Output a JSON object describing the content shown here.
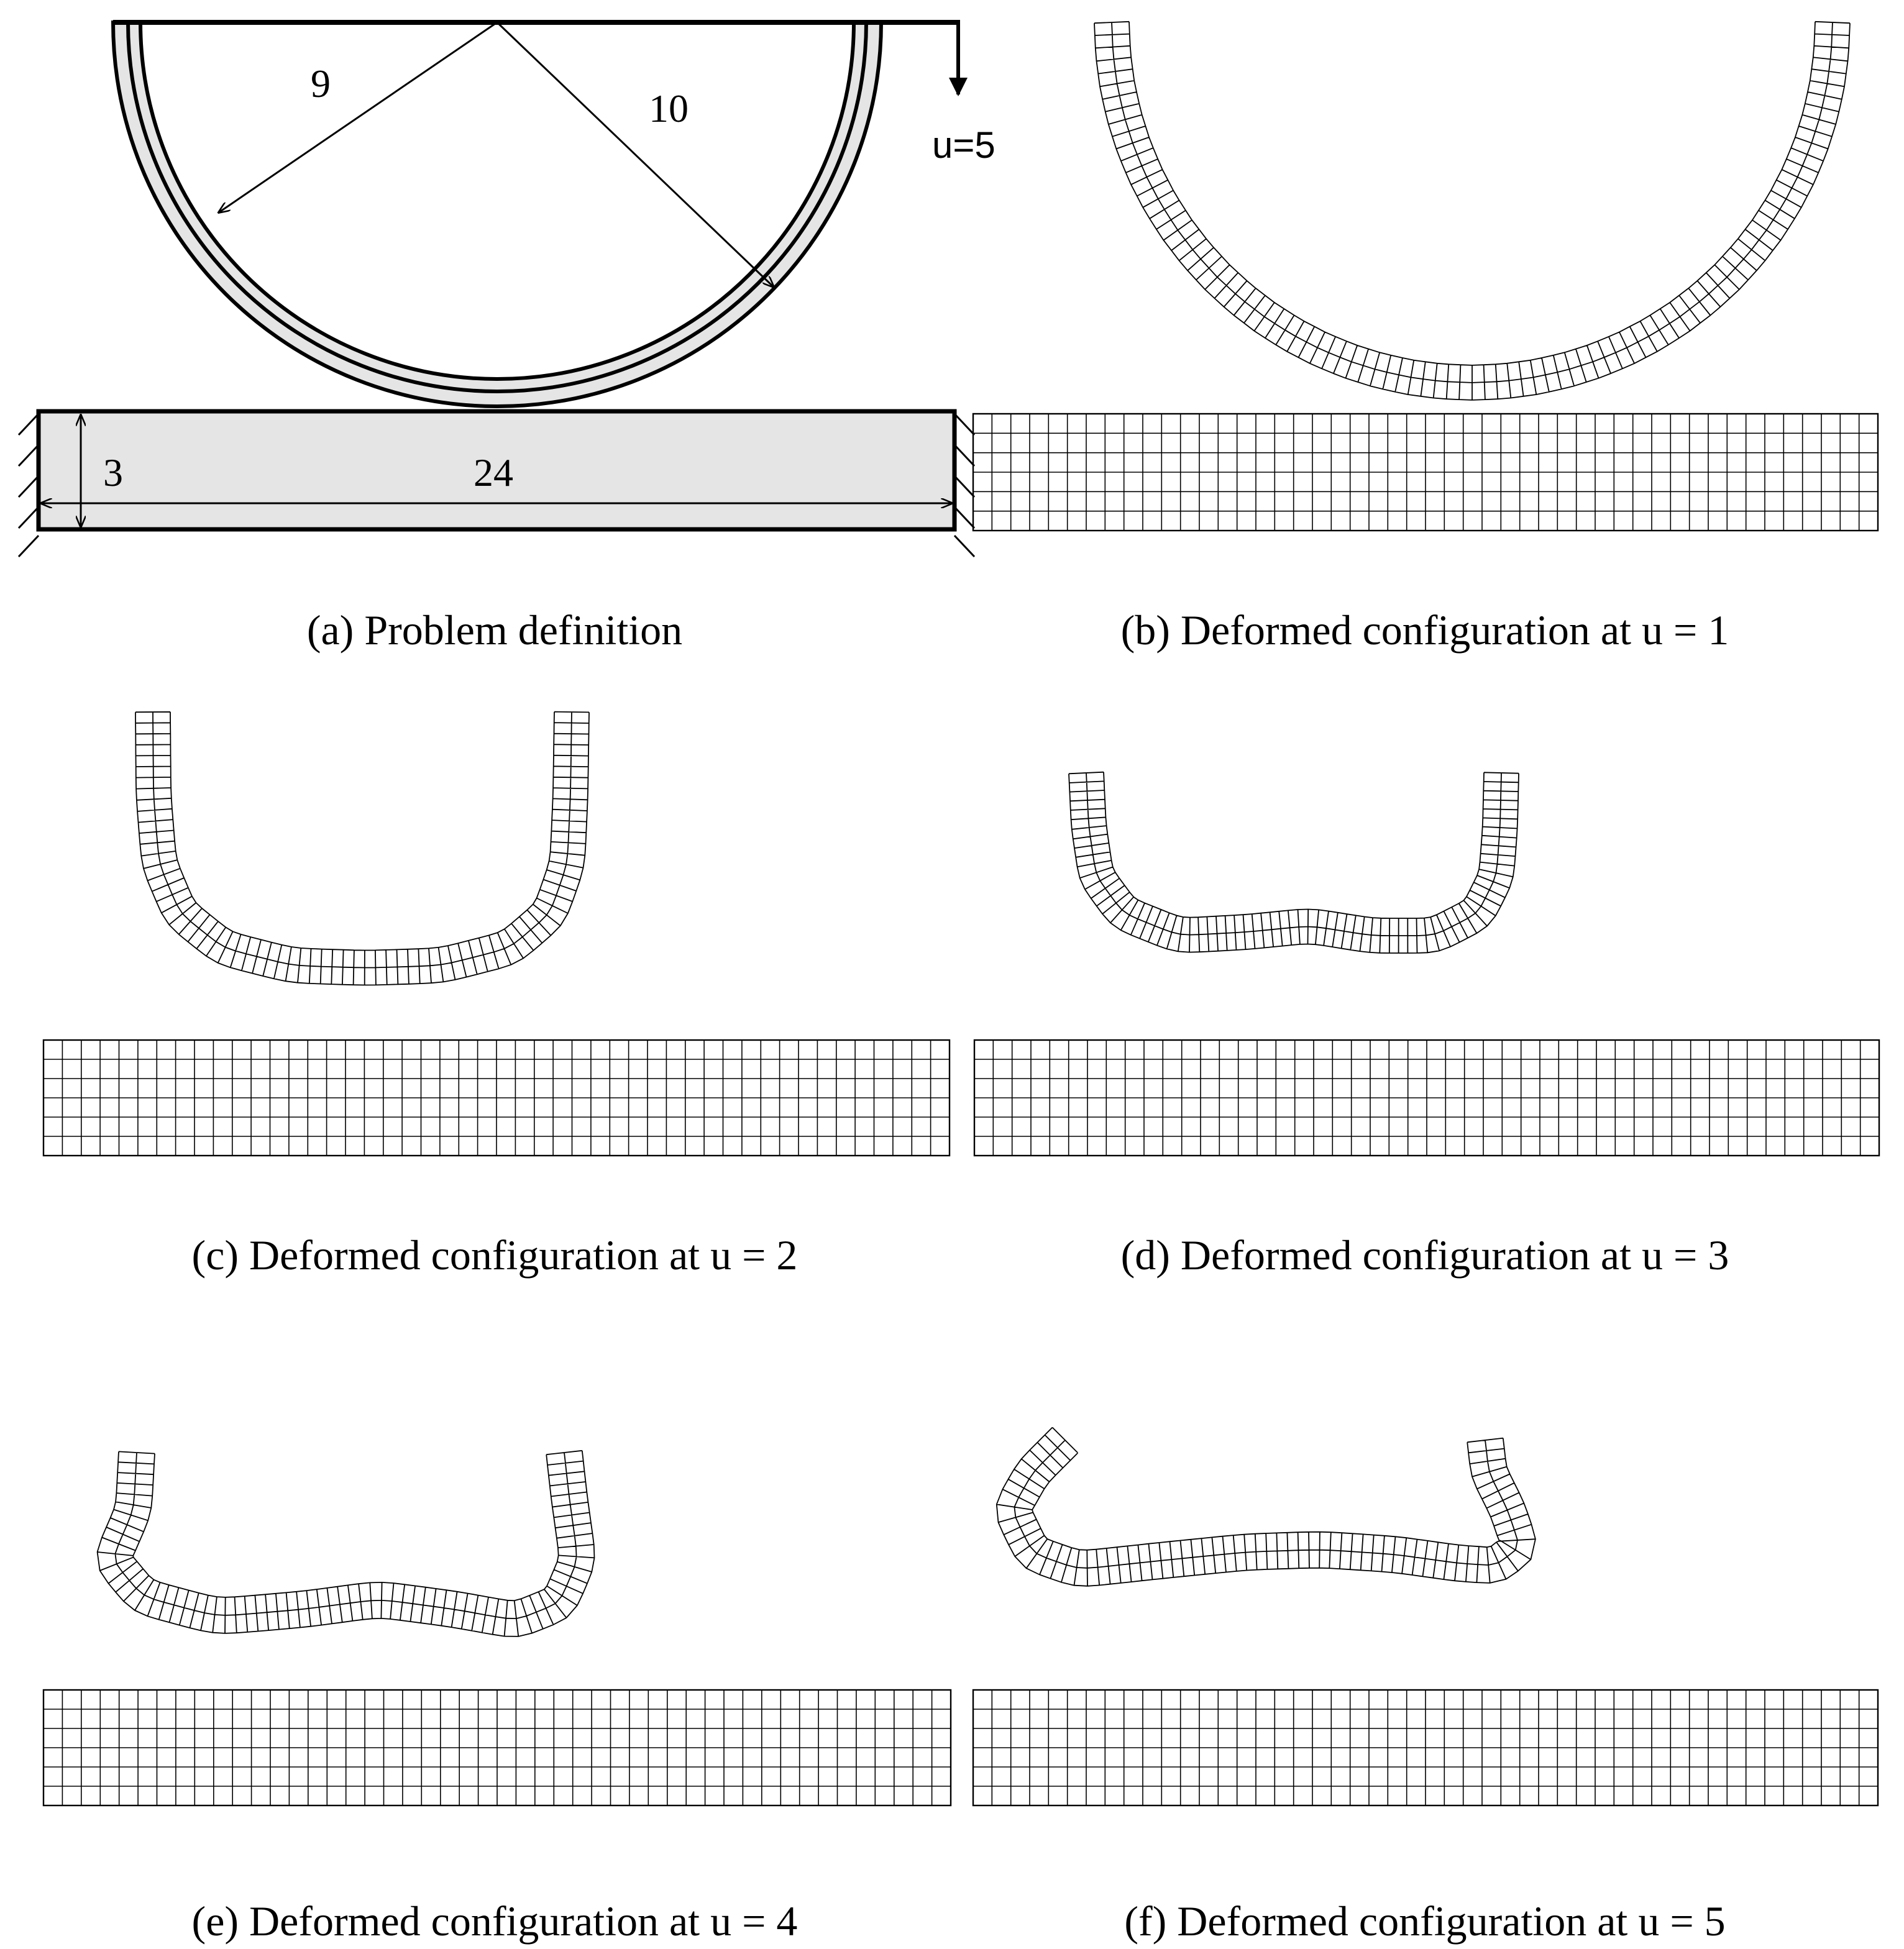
{
  "colors": {
    "ink": "#000000",
    "fill": "#e5e5e5",
    "background": "#ffffff"
  },
  "panel_a": {
    "caption": "(a) Problem definition",
    "inner_radius": "9",
    "outer_radius": "10",
    "thickness": "3",
    "length": "24",
    "load": "u=5"
  },
  "panels": [
    {
      "id": "b",
      "caption": "(b) Deformed configuration at u = 1",
      "u": 1
    },
    {
      "id": "c",
      "caption": "(c) Deformed configuration at u = 2",
      "u": 2
    },
    {
      "id": "d",
      "caption": "(d) Deformed configuration at u = 3",
      "u": 3
    },
    {
      "id": "e",
      "caption": "(e) Deformed configuration at u = 4",
      "u": 4
    },
    {
      "id": "f",
      "caption": "(f) Deformed configuration at u = 5",
      "u": 5
    }
  ]
}
